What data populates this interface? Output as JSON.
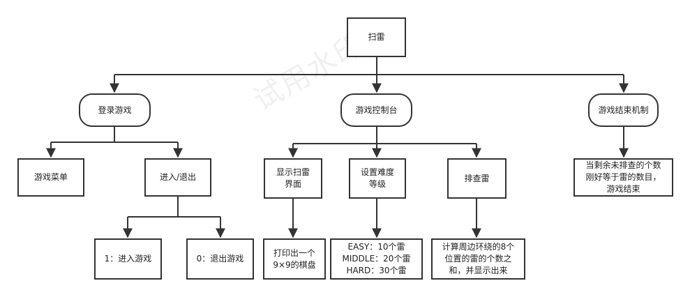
{
  "colors": {
    "line": "#333333",
    "border": "#333333",
    "text": "#222222",
    "background": "#ffffff"
  },
  "watermark": "试用水印",
  "nodes": {
    "root": "扫雷",
    "login": "登录游戏",
    "console": "游戏控制台",
    "endmech": "游戏结束机制",
    "menu": "游戏菜单",
    "enterexit": "进入/退出",
    "enter": "1：进入游戏",
    "exit": "0：退出游戏",
    "showboard": "显示扫雷\n界面",
    "difficulty": "设置难度\n等级",
    "sweep": "排查雷",
    "endcond": "当剩余未排查的个数\n刚好等于雷的数目，\n游戏结束",
    "printboard": "打印出一个\n9×9的棋盘",
    "levels": "EASY：10个雷\nMIDDLE：20个雷\nHARD：30个雷",
    "count": "计算周边环绕的8个\n位置的雷的个数之\n和，并显示出来"
  }
}
